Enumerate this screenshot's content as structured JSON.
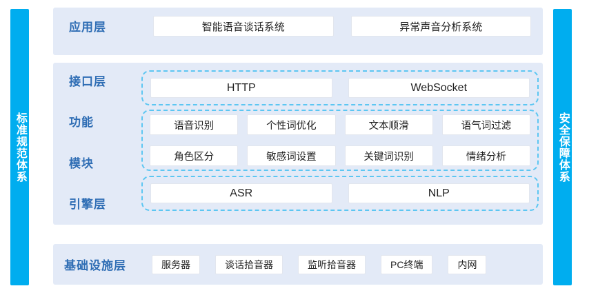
{
  "theme": {
    "sidebar_color": "#00ADEF",
    "panel_bg": "#E3EAF7",
    "label_color": "#2E6DB4",
    "dashed_border": "#5CC6F2",
    "box_bg": "#FFFFFF"
  },
  "side_bars": {
    "left": {
      "label": "标准规范体系"
    },
    "right": {
      "label": "安全保障体系"
    }
  },
  "layers": {
    "application": {
      "label": "应用层",
      "items": [
        {
          "label": "智能语音谈话系统"
        },
        {
          "label": "异常声音分析系统"
        }
      ]
    },
    "interface": {
      "label": "接口层",
      "items": [
        {
          "label": "HTTP"
        },
        {
          "label": "WebSocket"
        }
      ]
    },
    "functional_modules": {
      "label_line1": "功能",
      "label_line2": "模块",
      "rows": [
        {
          "items": [
            {
              "label": "语音识别"
            },
            {
              "label": "个性词优化"
            },
            {
              "label": "文本顺滑"
            },
            {
              "label": "语气词过滤"
            }
          ]
        },
        {
          "items": [
            {
              "label": "角色区分"
            },
            {
              "label": "敏感词设置"
            },
            {
              "label": "关键词识别"
            },
            {
              "label": "情绪分析"
            }
          ]
        }
      ]
    },
    "engine": {
      "label": "引擎层",
      "items": [
        {
          "label": "ASR"
        },
        {
          "label": "NLP"
        }
      ]
    },
    "infrastructure": {
      "label": "基础设施层",
      "items": [
        {
          "label": "服务器"
        },
        {
          "label": "谈话拾音器"
        },
        {
          "label": "监听拾音器"
        },
        {
          "label": "PC终端"
        },
        {
          "label": "内网"
        }
      ]
    }
  }
}
